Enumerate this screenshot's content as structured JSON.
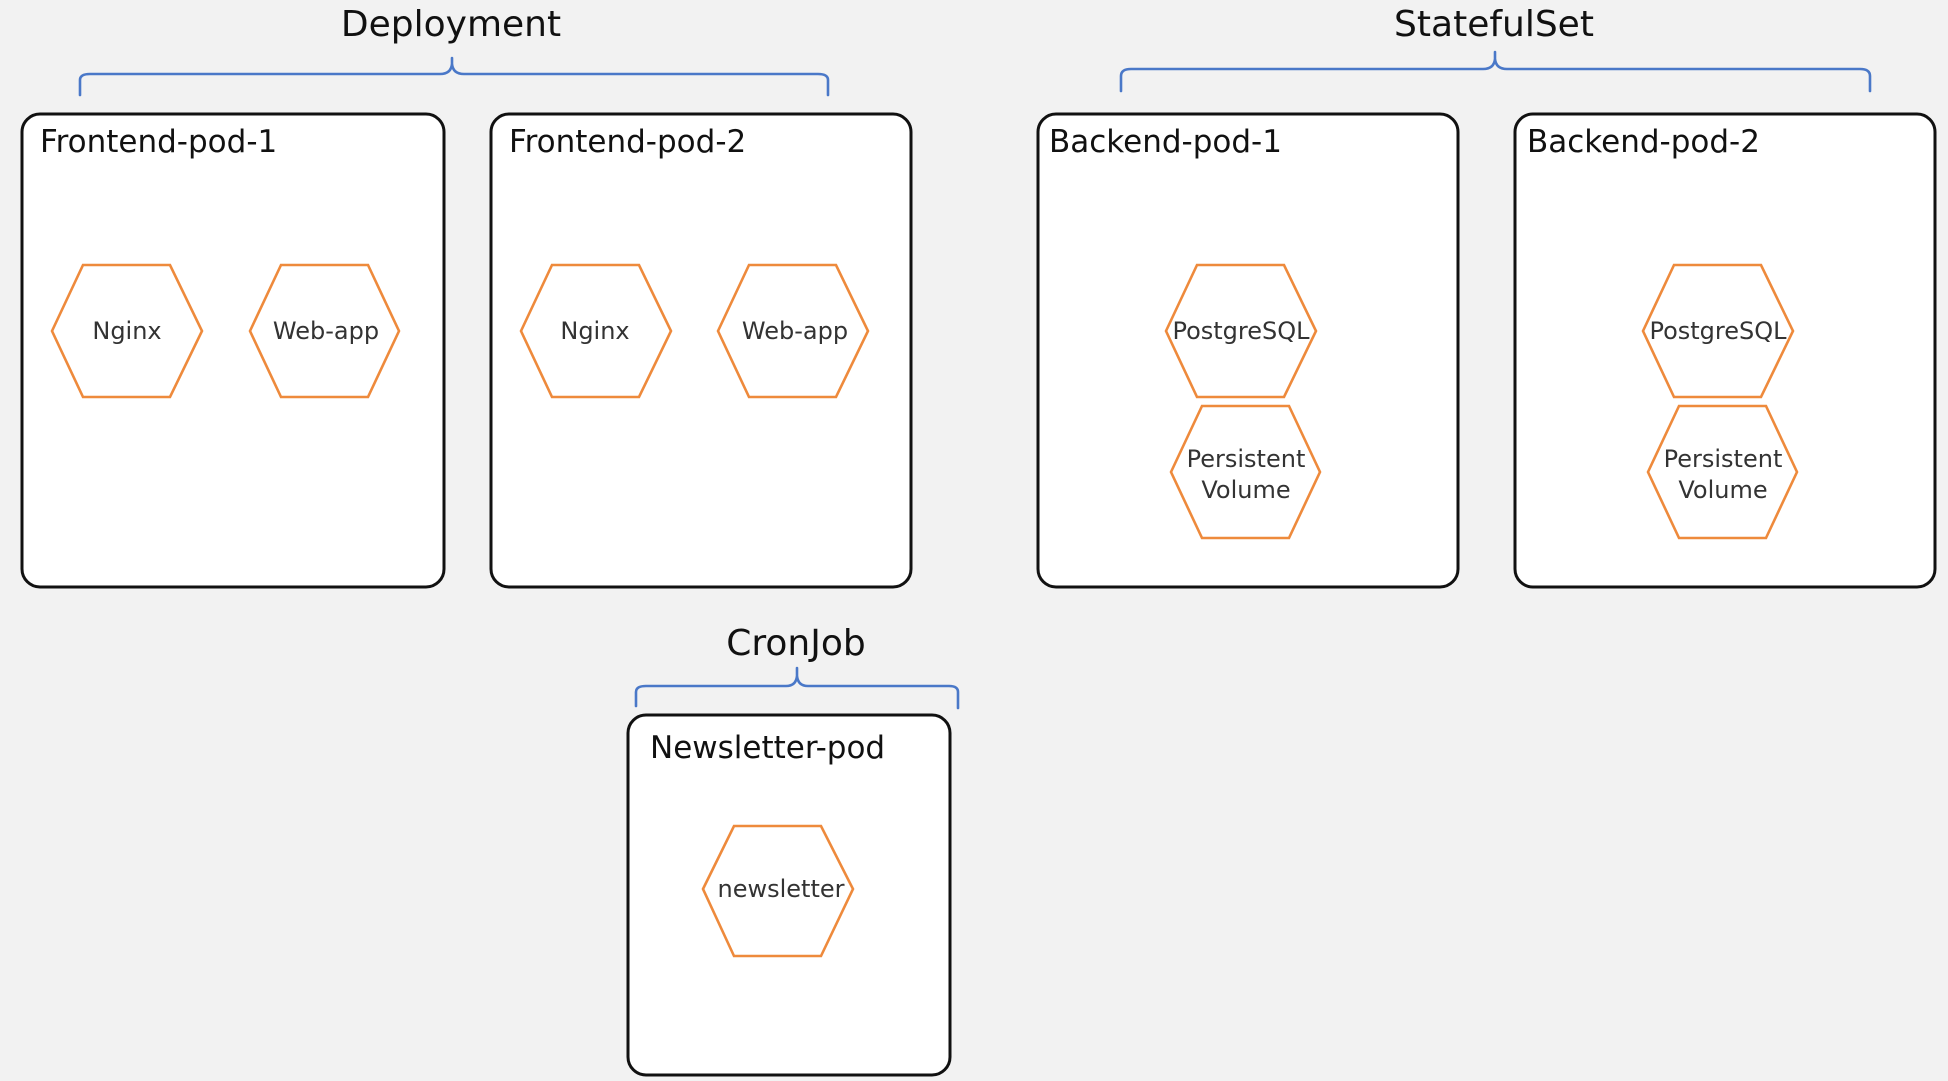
{
  "groups": {
    "deployment": {
      "label": "Deployment"
    },
    "statefulset": {
      "label": "StatefulSet"
    },
    "cronjob": {
      "label": "CronJob"
    }
  },
  "pods": {
    "frontend1": {
      "title": "Frontend-pod-1",
      "containers": [
        "Nginx",
        "Web-app"
      ]
    },
    "frontend2": {
      "title": "Frontend-pod-2",
      "containers": [
        "Nginx",
        "Web-app"
      ]
    },
    "backend1": {
      "title": "Backend-pod-1",
      "containers": [
        "PostgreSQL",
        "Persistent",
        "Volume"
      ]
    },
    "backend2": {
      "title": "Backend-pod-2",
      "containers": [
        "PostgreSQL",
        "Persistent",
        "Volume"
      ]
    },
    "newsletter": {
      "title": "Newsletter-pod",
      "containers": [
        "newsletter"
      ]
    }
  },
  "colors": {
    "background": "#f2f2f2",
    "pod_border": "#111111",
    "container_border": "#ee8a3c",
    "brace": "#4a78c8"
  }
}
